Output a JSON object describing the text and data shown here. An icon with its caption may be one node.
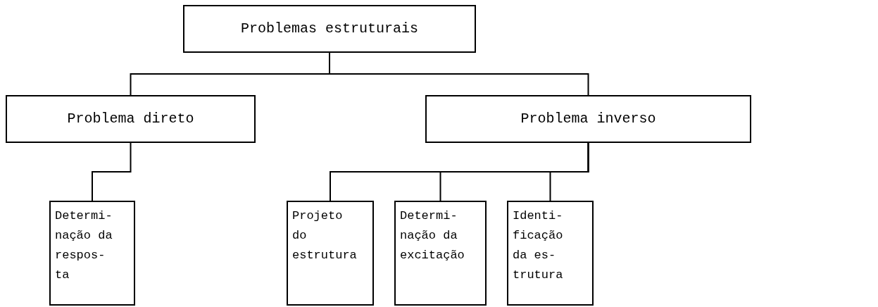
{
  "diagram": {
    "nodes": [
      {
        "text": [
          "Problemas estruturais"
        ]
      },
      {
        "text": [
          "Problema direto"
        ]
      },
      {
        "text": [
          "Problema inverso"
        ]
      },
      {
        "text": [
          "Determi- nação da respos- ta"
        ]
      },
      {
        "text": [
          "Projeto do estrutura"
        ]
      },
      {
        "text": [
          "Determi- nação da excitação"
        ]
      },
      {
        "text": [
          "Identi- ficação da es- trutura"
        ]
      }
    ],
    "edges": [
      {
        "from": 0,
        "to": 1,
        "arrow": "none"
      },
      {
        "from": 0,
        "to": 2,
        "arrow": "none"
      },
      {
        "from": 1,
        "to": 3,
        "arrow": "none"
      },
      {
        "from": 2,
        "to": 4,
        "arrow": "none"
      },
      {
        "from": 2,
        "to": 5,
        "arrow": "none"
      },
      {
        "from": 2,
        "to": 6,
        "arrow": "none"
      }
    ]
  }
}
